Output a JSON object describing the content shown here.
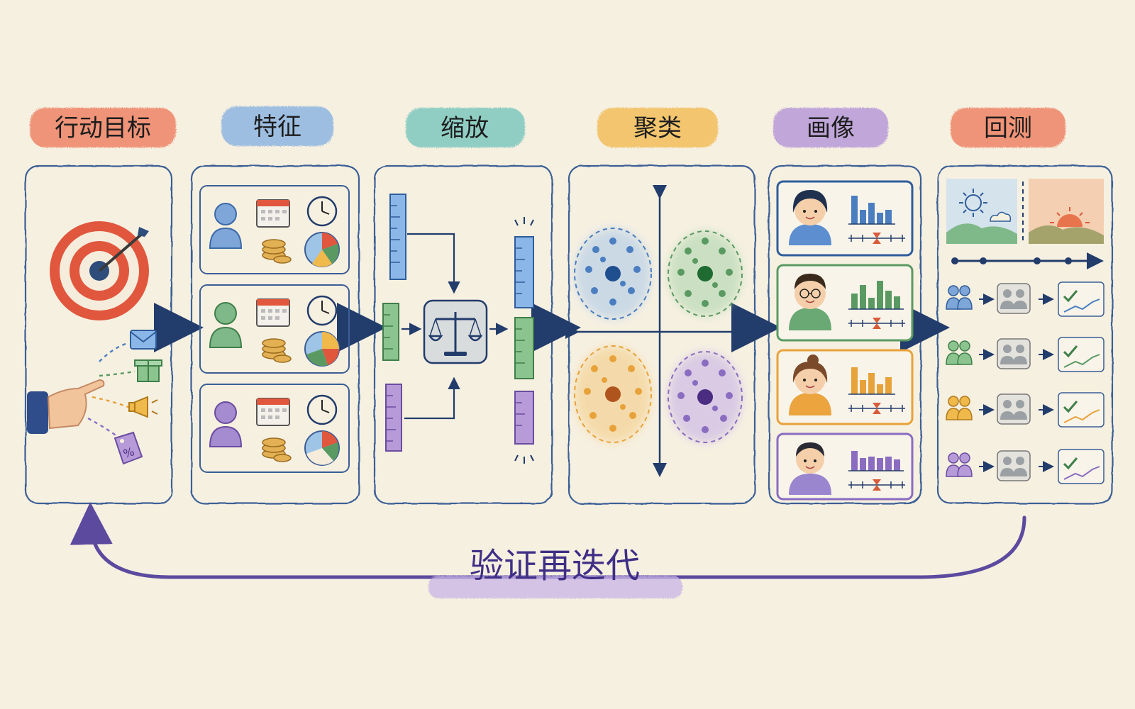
{
  "stages": [
    {
      "id": "goal",
      "label": "行动目标",
      "color": "#ee8466"
    },
    {
      "id": "features",
      "label": "特征",
      "color": "#8eb6e0"
    },
    {
      "id": "scaling",
      "label": "缩放",
      "color": "#7fc9bf"
    },
    {
      "id": "cluster",
      "label": "聚类",
      "color": "#f2be5a"
    },
    {
      "id": "persona",
      "label": "画像",
      "color": "#b79ad8"
    },
    {
      "id": "backtest",
      "label": "回测",
      "color": "#ee8466"
    }
  ],
  "loop": {
    "label": "验证再迭代",
    "color": "#5b4a9e",
    "highlight": "#c9b4e6"
  },
  "colors": {
    "ink": "#223c6b",
    "blue": "#4a7ec0",
    "green": "#5a9a62",
    "orange": "#e8a23a",
    "purple": "#8a6cc0",
    "red": "#e0573e",
    "gold": "#d9a441",
    "gray": "#9aa0a3"
  },
  "icons": [
    "target-icon",
    "pointing-hand-icon",
    "mail-icon",
    "gift-icon",
    "megaphone-icon",
    "discount-tag-icon",
    "person-icon",
    "calendar-icon",
    "clock-icon",
    "coins-icon",
    "pie-chart-icon",
    "ruler-icon",
    "balance-scale-icon",
    "scatter-cluster-icon",
    "avatar-icon",
    "bar-chart-icon",
    "sun-icon",
    "cloud-icon",
    "sunset-icon",
    "timeline-icon",
    "group-icon",
    "checkmark-chart-icon"
  ]
}
